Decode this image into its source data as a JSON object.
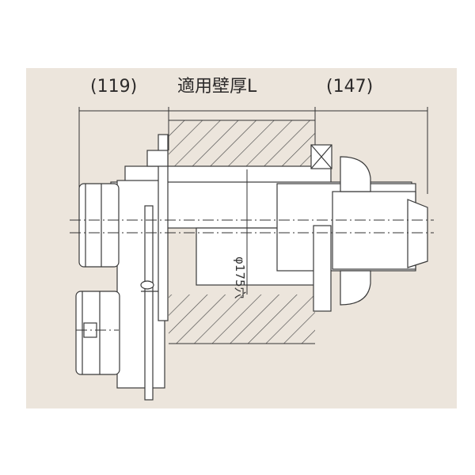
{
  "dimensions": {
    "left": "(119)",
    "middle": "適用壁厚L",
    "right": "(147)"
  },
  "hole_label": "φ175穴",
  "colors": {
    "background": "#ece5dc",
    "line": "#3a3a3a",
    "pipe_fill": "#ffffff",
    "wall_hatch": "#4a4a4a"
  }
}
